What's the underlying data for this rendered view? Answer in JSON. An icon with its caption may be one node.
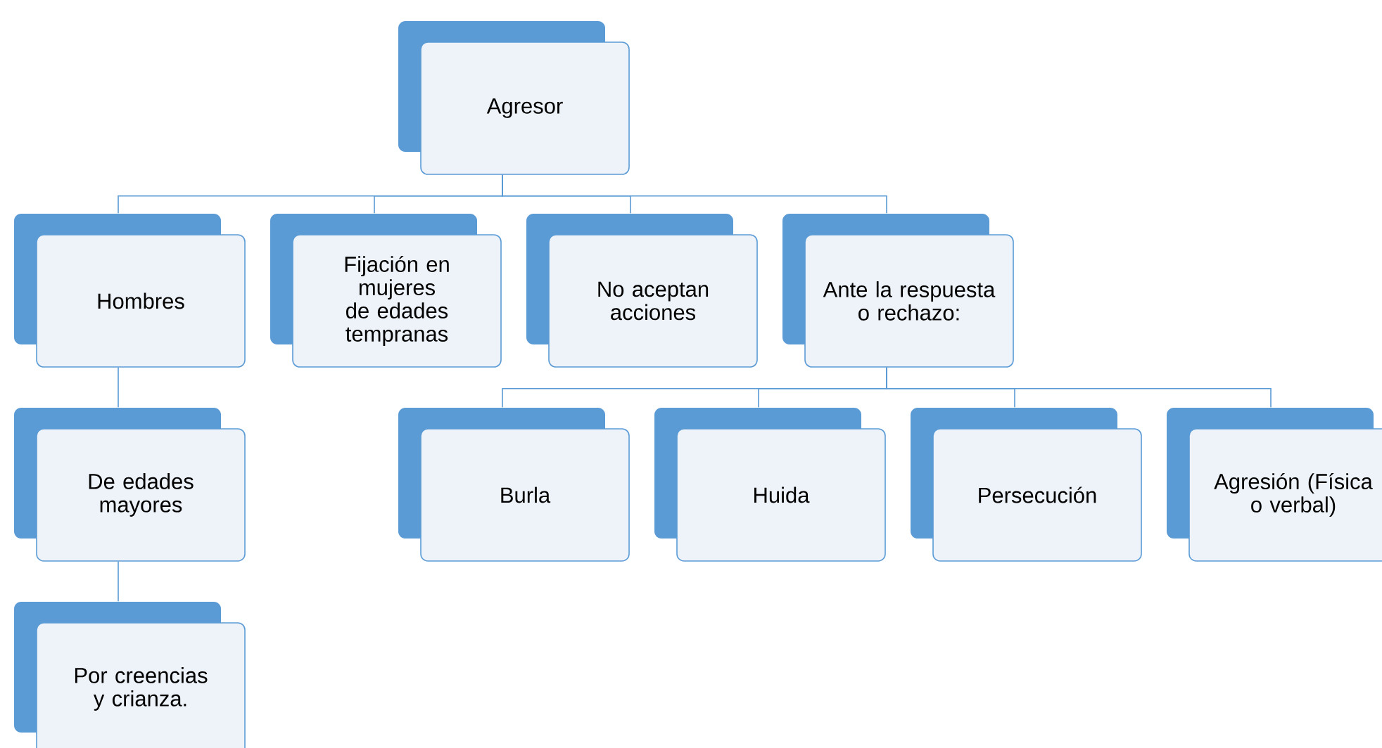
{
  "diagram": {
    "nodes": [
      {
        "text": [
          "Agresor"
        ]
      },
      {
        "text": [
          "Hombres"
        ]
      },
      {
        "text": [
          "Fijación en mujeres de edades tempranas"
        ]
      },
      {
        "text": [
          "No aceptan acciones"
        ]
      },
      {
        "text": [
          "Ante la respuesta o rechazo:"
        ]
      },
      {
        "text": [
          "De edades mayores"
        ]
      },
      {
        "text": [
          "Por creencias y crianza."
        ]
      },
      {
        "text": [
          "Burla"
        ]
      },
      {
        "text": [
          "Huida"
        ]
      },
      {
        "text": [
          "Persecución"
        ]
      },
      {
        "text": [
          "Agresión (Física o verbal)"
        ]
      }
    ],
    "edges": [
      {
        "from": 0,
        "to": 1,
        "arrow": "none"
      },
      {
        "from": 0,
        "to": 2,
        "arrow": "none"
      },
      {
        "from": 0,
        "to": 3,
        "arrow": "none"
      },
      {
        "from": 0,
        "to": 4,
        "arrow": "none"
      },
      {
        "from": 1,
        "to": 5,
        "arrow": "none"
      },
      {
        "from": 5,
        "to": 6,
        "arrow": "none"
      },
      {
        "from": 4,
        "to": 7,
        "arrow": "none"
      },
      {
        "from": 4,
        "to": 8,
        "arrow": "none"
      },
      {
        "from": 4,
        "to": 9,
        "arrow": "none"
      },
      {
        "from": 4,
        "to": 10,
        "arrow": "none"
      }
    ]
  }
}
